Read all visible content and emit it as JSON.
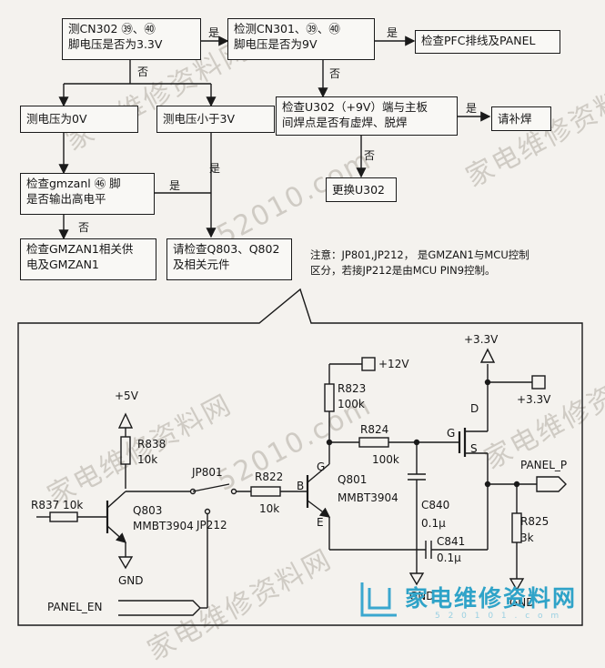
{
  "flow": {
    "box1": "测CN302 ㊴、㊵ 脚电压是否为3.3V",
    "box1_line1": "测CN302 ㊴、㊵",
    "box1_line2": "脚电压是否为3.3V",
    "box2_line1": "检测CN301、㊴、㊵",
    "box2_line2": "脚电压是否为9V",
    "box3": "检查PFC排线及PANEL",
    "box4": "测电压为0V",
    "box5": "测电压小于3V",
    "box6_line1": "检查U302（+9V）端与主板",
    "box6_line2": "间焊点是否有虚焊、脱焊",
    "box7": "请补焊",
    "box8": "更换U302",
    "box9_line1": "检查gmzanl ㊻ 脚",
    "box9_line2": "是否输出高电平",
    "box10_line1": "检查GMZAN1相关供",
    "box10_line2": "电及GMZAN1",
    "box11_line1": "请检查Q803、Q802",
    "box11_line2": "及相关元件",
    "yes": "是",
    "no": "否"
  },
  "note": {
    "line1": "注意：JP801,JP212，  是GMZAN1与MCU控制",
    "line2": "区分，若接JP212是由MCU PIN9控制。"
  },
  "circuit": {
    "v33_top": "+3.3V",
    "v12": "+12V",
    "v5": "+5V",
    "v33_right": "+3.3V",
    "r823": "R823",
    "r823_v": "100k",
    "r824": "R824",
    "r824_v": "100k",
    "r838": "R838",
    "r838_v": "10k",
    "r822": "R822",
    "r822_v": "10k",
    "r837": "R837  10k",
    "r825": "R825",
    "r825_v": "3k",
    "jp801": "JP801",
    "jp212": "JP212",
    "q801": "Q801",
    "q801_part": "MMBT3904",
    "q803": "Q803",
    "q803_part": "MMBT3904",
    "c840": "C840",
    "c840_v": "0.1μ",
    "c841": "C841",
    "c841_v": "0.1μ",
    "pin_g": "G",
    "pin_d": "D",
    "pin_s": "S",
    "pin_b": "B",
    "pin_e": "E",
    "pin_g2": "G",
    "gnd1": "GND",
    "gnd2": "GND",
    "gnd3": "GND",
    "panel_p": "PANEL_P",
    "panel_en": "PANEL_EN"
  },
  "watermark": {
    "site": "家电维修资料网",
    "url": "52010.com",
    "logo_url": "5 2 0 1 0 1 . c o m"
  }
}
